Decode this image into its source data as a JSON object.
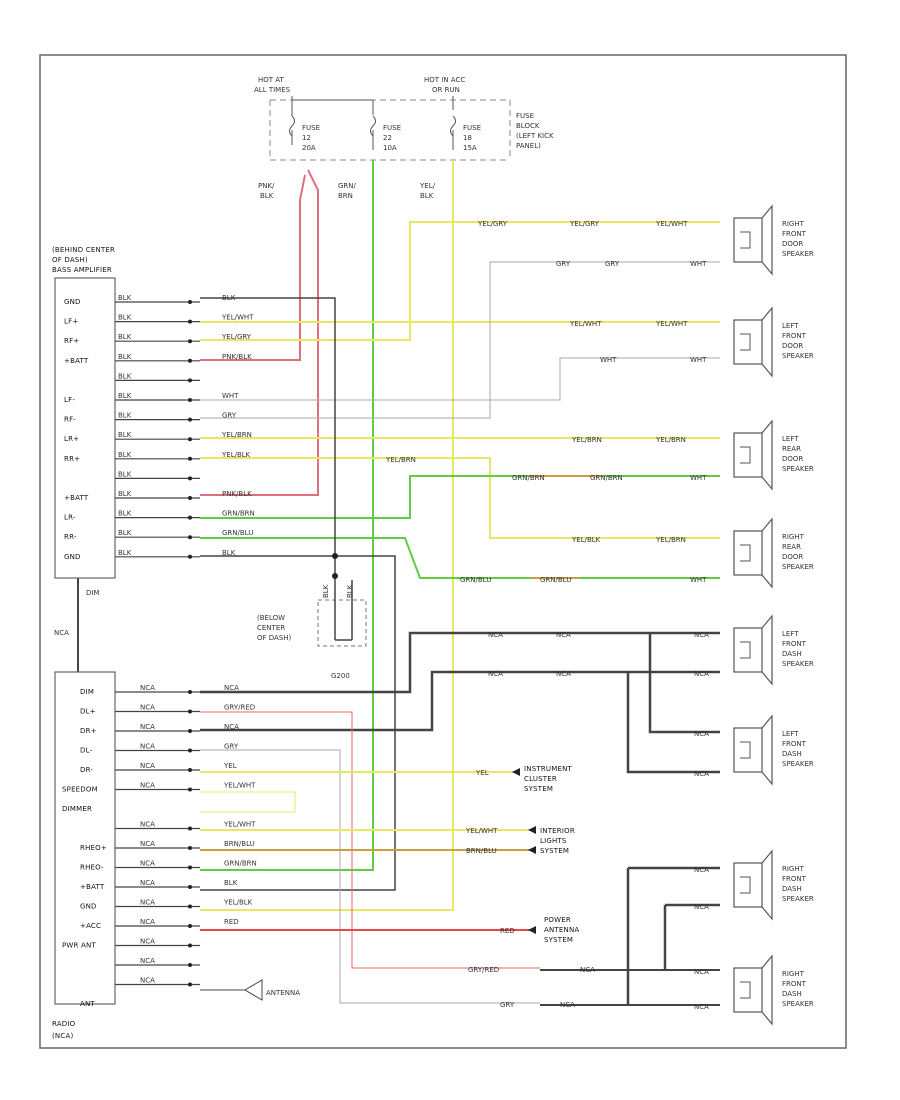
{
  "fuse_block": {
    "hot_at_label": "HOT AT",
    "hot_at_sub": "ALL TIMES",
    "hot_acc_label": "HOT IN ACC",
    "hot_acc_sub": "OR RUN",
    "fuse1": "FUSE",
    "fuse1_num": "12",
    "fuse1_amp": "20A",
    "fuse2": "FUSE",
    "fuse2_num": "22",
    "fuse2_amp": "10A",
    "fuse3": "FUSE",
    "fuse3_num": "18",
    "fuse3_amp": "15A",
    "title_l1": "FUSE",
    "title_l2": "BLOCK",
    "title_l3": "(LEFT KICK",
    "title_l4": "PANEL)"
  },
  "feed_wires": {
    "pnk_l1": "PNK/",
    "pnk_l2": "BLK",
    "grn_l1": "GRN/",
    "grn_l2": "BRN",
    "yel_l1": "YEL/",
    "yel_l2": "BLK"
  },
  "amp": {
    "title_l1": "(BEHIND CENTER",
    "title_l2": "OF DASH)",
    "title_l3": "BASS AMPLIFIER",
    "pins": [
      "GND",
      "LF+",
      "RF+",
      "+BATT",
      "",
      "LF-",
      "RF-",
      "LR+",
      "RR+",
      "",
      "+BATT",
      "LR-",
      "RR-",
      "GND"
    ],
    "wire_colors": [
      "BLK",
      "YEL/WHT",
      "YEL/GRY",
      "PNK/BLK",
      "",
      "WHT",
      "GRY",
      "YEL/BRN",
      "YEL/BLK",
      "",
      "PNK/BLK",
      "GRN/BRN",
      "GRN/BLU",
      "BLK"
    ]
  },
  "ground": {
    "label_l1": "(BELOW",
    "label_l2": "CENTER",
    "label_l3": "OF DASH)",
    "g_label": "G200",
    "wire1": "BLK",
    "wire2": "BLK"
  },
  "dim_wire": {
    "label": "DIM",
    "lower": "NCA"
  },
  "speakers": [
    {
      "l1": "RIGHT",
      "l2": "FRONT",
      "l3": "DOOR",
      "l4": "SPEAKER"
    },
    {
      "l1": "LEFT",
      "l2": "FRONT",
      "l3": "DOOR",
      "l4": "SPEAKER"
    },
    {
      "l1": "LEFT",
      "l2": "REAR",
      "l3": "DOOR",
      "l4": "SPEAKER"
    },
    {
      "l1": "RIGHT",
      "l2": "REAR",
      "l3": "DOOR",
      "l4": "SPEAKER"
    },
    {
      "l1": "LEFT",
      "l2": "FRONT",
      "l3": "DASH",
      "l4": "SPEAKER"
    },
    {
      "l1": "LEFT",
      "l2": "FRONT",
      "l3": "DASH",
      "l4": "SPEAKER"
    },
    {
      "l1": "RIGHT",
      "l2": "FRONT",
      "l3": "DASH",
      "l4": "SPEAKER"
    },
    {
      "l1": "RIGHT",
      "l2": "FRONT",
      "l3": "DASH",
      "l4": "SPEAKER"
    }
  ],
  "speaker_wires": {
    "rfd_a": "YEL/GRY",
    "rfd_b": "YEL/GRY",
    "rfd_c": "YEL/WHT",
    "rfd_d": "GRY",
    "rfd_e": "GRY",
    "rfd_f": "WHT",
    "lfd_a": "YEL/WHT",
    "lfd_b": "YEL/WHT",
    "lfd_c": "WHT",
    "lfd_d": "WHT",
    "lrd_a": "YEL/BRN",
    "lrd_b": "YEL/BRN",
    "lrd_c": "GRN/BRN",
    "lrd_d": "GRN/BRN",
    "lrd_e": "WHT",
    "lrd_f": "YEL/BRN",
    "rrd_a": "YEL/BLK",
    "rrd_b": "YEL/BRN",
    "rrd_c": "GRN/BLU",
    "rrd_d": "GRN/BLU",
    "rrd_e": "WHT",
    "dash1": "NCA",
    "dash2": "NCA",
    "dash3": "NCA",
    "dash4": "NCA",
    "dash_spk1_a": "NCA",
    "dash_spk1_b": "NCA",
    "dash_spk2_a": "NCA",
    "dash_spk2_b": "NCA",
    "dash_spk3_a": "NCA",
    "dash_spk3_b": "NCA",
    "dash_spk4_a": "NCA",
    "dash_spk4_b": "NCA",
    "gry_red": "GRY/RED",
    "gry": "GRY",
    "nca_r1": "NCA",
    "nca_r2": "NCA"
  },
  "radio": {
    "title_l1": "RADIO",
    "title_l2": "(NCA)",
    "pins": [
      "DIM",
      "DL+",
      "DR+",
      "DL-",
      "DR-",
      "SPEEDOM",
      "DIMMER",
      "",
      "RHEO+",
      "RHEO-",
      "+BATT",
      "GND",
      "+ACC",
      "PWR ANT",
      "",
      "",
      "ANT"
    ],
    "left_wires": [
      "NCA",
      "NCA",
      "NCA",
      "NCA",
      "NCA",
      "NCA",
      "",
      "NCA",
      "NCA",
      "NCA",
      "NCA",
      "NCA",
      "NCA",
      "NCA",
      "NCA",
      "NCA"
    ],
    "right_wires": [
      "NCA",
      "GRY/RED",
      "NCA",
      "GRY",
      "YEL",
      "YEL/WHT",
      "",
      "YEL/WHT",
      "BRN/BLU",
      "GRN/BRN",
      "BLK",
      "YEL/BLK",
      "RED",
      "",
      "",
      ""
    ],
    "antenna_label": "ANTENNA"
  },
  "destinations": {
    "ic_wire": "YEL",
    "ic_l1": "INSTRUMENT",
    "ic_l2": "CLUSTER",
    "ic_l3": "SYSTEM",
    "il_wire1": "YEL/WHT",
    "il_wire2": "BRN/BLU",
    "il_l1": "INTERIOR",
    "il_l2": "LIGHTS",
    "il_l3": "SYSTEM",
    "pa_wire": "RED",
    "pa_l1": "POWER",
    "pa_l2": "ANTENNA",
    "pa_l3": "SYSTEM"
  },
  "colors": {
    "yellow": "#e8e860",
    "pink": "#e07080",
    "green": "#60cc40",
    "red": "#ee4444",
    "black": "#333333",
    "gray": "#aaaaaa",
    "brown": "#c8a040"
  }
}
